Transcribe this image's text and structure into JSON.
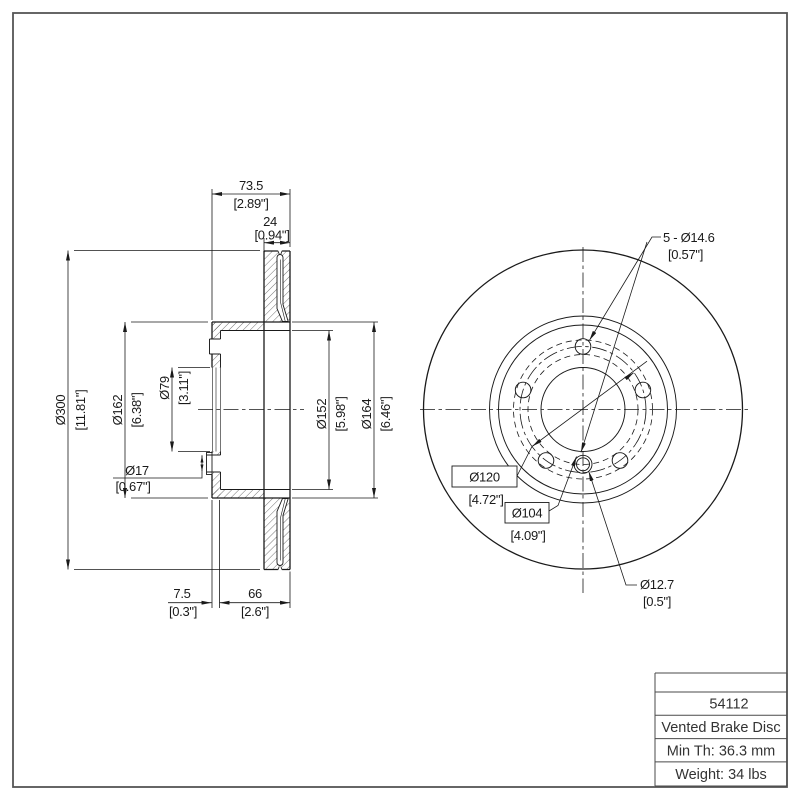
{
  "drawing_type": "engineering-drawing",
  "section_view": {
    "w_total_mm": "73.5",
    "w_total_in": "[2.89\"]",
    "w_disc_mm": "24",
    "w_disc_in": "[0.94\"]",
    "d300_mm": "Ø300",
    "d300_in": "[11.81\"]",
    "d162_mm": "Ø162",
    "d162_in": "[6.38\"]",
    "d79_mm": "Ø79",
    "d79_in": "[3.11\"]",
    "d17_mm": "Ø17",
    "d17_in": "[0.67\"]",
    "d152_mm": "Ø152",
    "d152_in": "[5.98\"]",
    "d164_mm": "Ø164",
    "d164_in": "[6.46\"]",
    "off_mm": "7.5",
    "off_in": "[0.3\"]",
    "depth_mm": "66",
    "depth_in": "[2.6\"]"
  },
  "front_view": {
    "bolt_mm": "5 - Ø14.6",
    "bolt_in": "[0.57\"]",
    "bcd_mm": "Ø120",
    "bcd_in": "[4.72\"]",
    "pcd_mm": "Ø104",
    "pcd_in": "[4.09\"]",
    "pin_mm": "Ø12.7",
    "pin_in": "[0.5\"]"
  },
  "title_block": {
    "part_number": "54112",
    "description": "Vented Brake Disc",
    "min_thickness": "Min Th: 36.3 mm",
    "weight": "Weight: 34 lbs"
  },
  "colors": {
    "line": "#1a1a1a",
    "border": "#555555",
    "background": "#ffffff"
  }
}
